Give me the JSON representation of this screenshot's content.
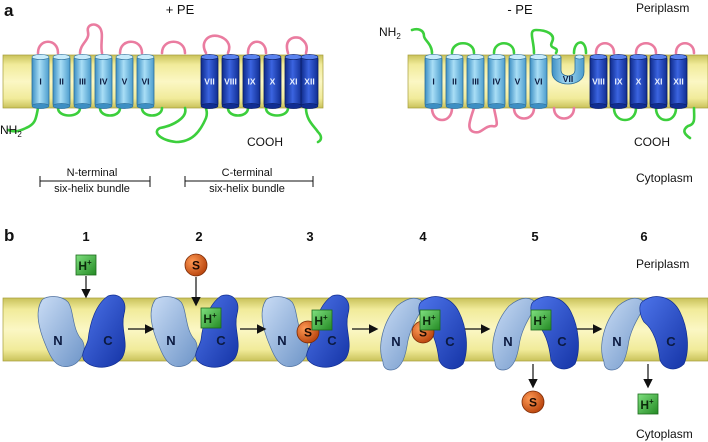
{
  "panel_a": {
    "letter": "a",
    "left_title": "+ PE",
    "right_title": "- PE",
    "periplasm": "Periplasm",
    "cytoplasm": "Cytoplasm",
    "nh2": "NH",
    "nh2_sub": "2",
    "cooh": "COOH",
    "n_terminal": "N-terminal",
    "c_terminal": "C-terminal",
    "bundle": "six-helix bundle",
    "helices": [
      "I",
      "II",
      "III",
      "IV",
      "V",
      "VI",
      "VII",
      "VIII",
      "IX",
      "X",
      "XI",
      "XII"
    ]
  },
  "panel_b": {
    "letter": "b",
    "steps": [
      "1",
      "2",
      "3",
      "4",
      "5",
      "6"
    ],
    "periplasm": "Periplasm",
    "cytoplasm": "Cytoplasm",
    "domain_n": "N",
    "domain_c": "C",
    "proton": "H",
    "proton_sup": "+",
    "substrate": "S"
  },
  "colors": {
    "membrane": "#e9e07e",
    "helix_light": "#7fc7ea",
    "helix_dark": "#1f3fb8",
    "loop_periplasm": "#ea7ca0",
    "loop_cytoplasm": "#3ccf3c",
    "proton_box": "#3fae3f",
    "substrate": "#d9581a"
  }
}
